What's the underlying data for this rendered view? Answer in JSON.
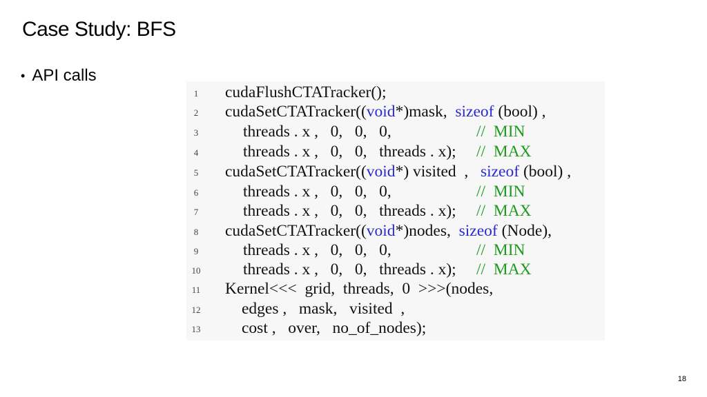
{
  "slide": {
    "title": "Case Study: BFS",
    "bullet": "API calls",
    "page_number": "18"
  },
  "code_lines": [
    {
      "n": "1",
      "parts": [
        "cudaFlushCTATracker();"
      ]
    },
    {
      "n": "2",
      "parts": [
        "cudaSetCTATracker((",
        "void",
        "*)mask,  ",
        "sizeof",
        " (bool) ,"
      ]
    },
    {
      "n": "3",
      "parts": [
        "threads . x ,   0,   0,   0,"
      ],
      "comment": "//  MIN"
    },
    {
      "n": "4",
      "parts": [
        "threads . x ,   0,   0,   threads . x);"
      ],
      "comment": "//  MAX"
    },
    {
      "n": "5",
      "parts": [
        "cudaSetCTATracker((",
        "void",
        "*) visited  ,   ",
        "sizeof",
        " (bool) ,"
      ]
    },
    {
      "n": "6",
      "parts": [
        "threads . x ,   0,   0,   0,"
      ],
      "comment": "//  MIN"
    },
    {
      "n": "7",
      "parts": [
        "threads . x ,   0,   0,   threads . x);"
      ],
      "comment": "//  MAX"
    },
    {
      "n": "8",
      "parts": [
        "cudaSetCTATracker((",
        "void",
        "*)nodes,  ",
        "sizeof",
        " (Node),"
      ]
    },
    {
      "n": "9",
      "parts": [
        "threads . x ,   0,   0,   0,"
      ],
      "comment": "//  MIN"
    },
    {
      "n": "10",
      "parts": [
        "threads . x ,   0,   0,   threads . x);"
      ],
      "comment": "//  MAX"
    },
    {
      "n": "11",
      "parts": [
        "Kernel<<<  grid,  threads,  0  >>>(nodes,"
      ]
    },
    {
      "n": "12",
      "parts": [
        "edges ,   mask,   visited  ,"
      ]
    },
    {
      "n": "13",
      "parts": [
        "cost ,   over,   no_of_nodes);"
      ]
    }
  ],
  "colors": {
    "keyword": "#2a2ad0",
    "comment": "#1e9a1e"
  }
}
